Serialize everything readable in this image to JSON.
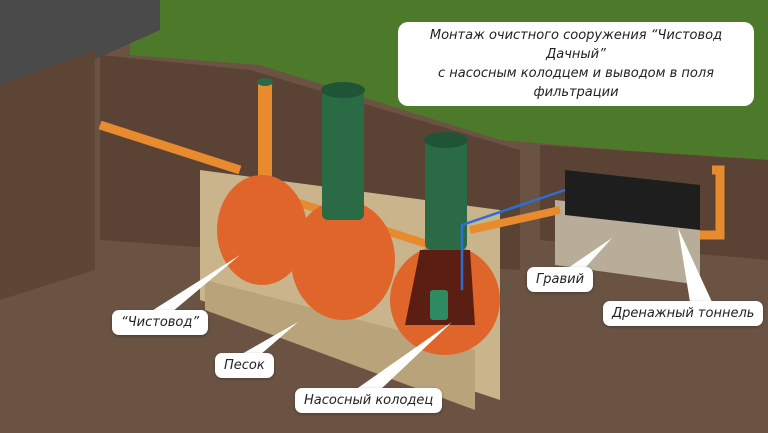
{
  "title": {
    "line1": "Монтаж очистного сооружения  “Чистовод Дачный”",
    "line2": "с насосным колодцем и выводом в поля  фильтрации"
  },
  "labels": {
    "chistovod": "“Чистовод”",
    "sand": "Песок",
    "pump_well": "Насосный колодец",
    "gravel": "Гравий",
    "drain_tunnel": "Дренажный тоннель"
  },
  "colors": {
    "tank": "#e0652a",
    "neck": "#2a6b45",
    "pipe": "#e88a2e",
    "grass": "#4c7a2a",
    "soil": "#6b5344"
  }
}
